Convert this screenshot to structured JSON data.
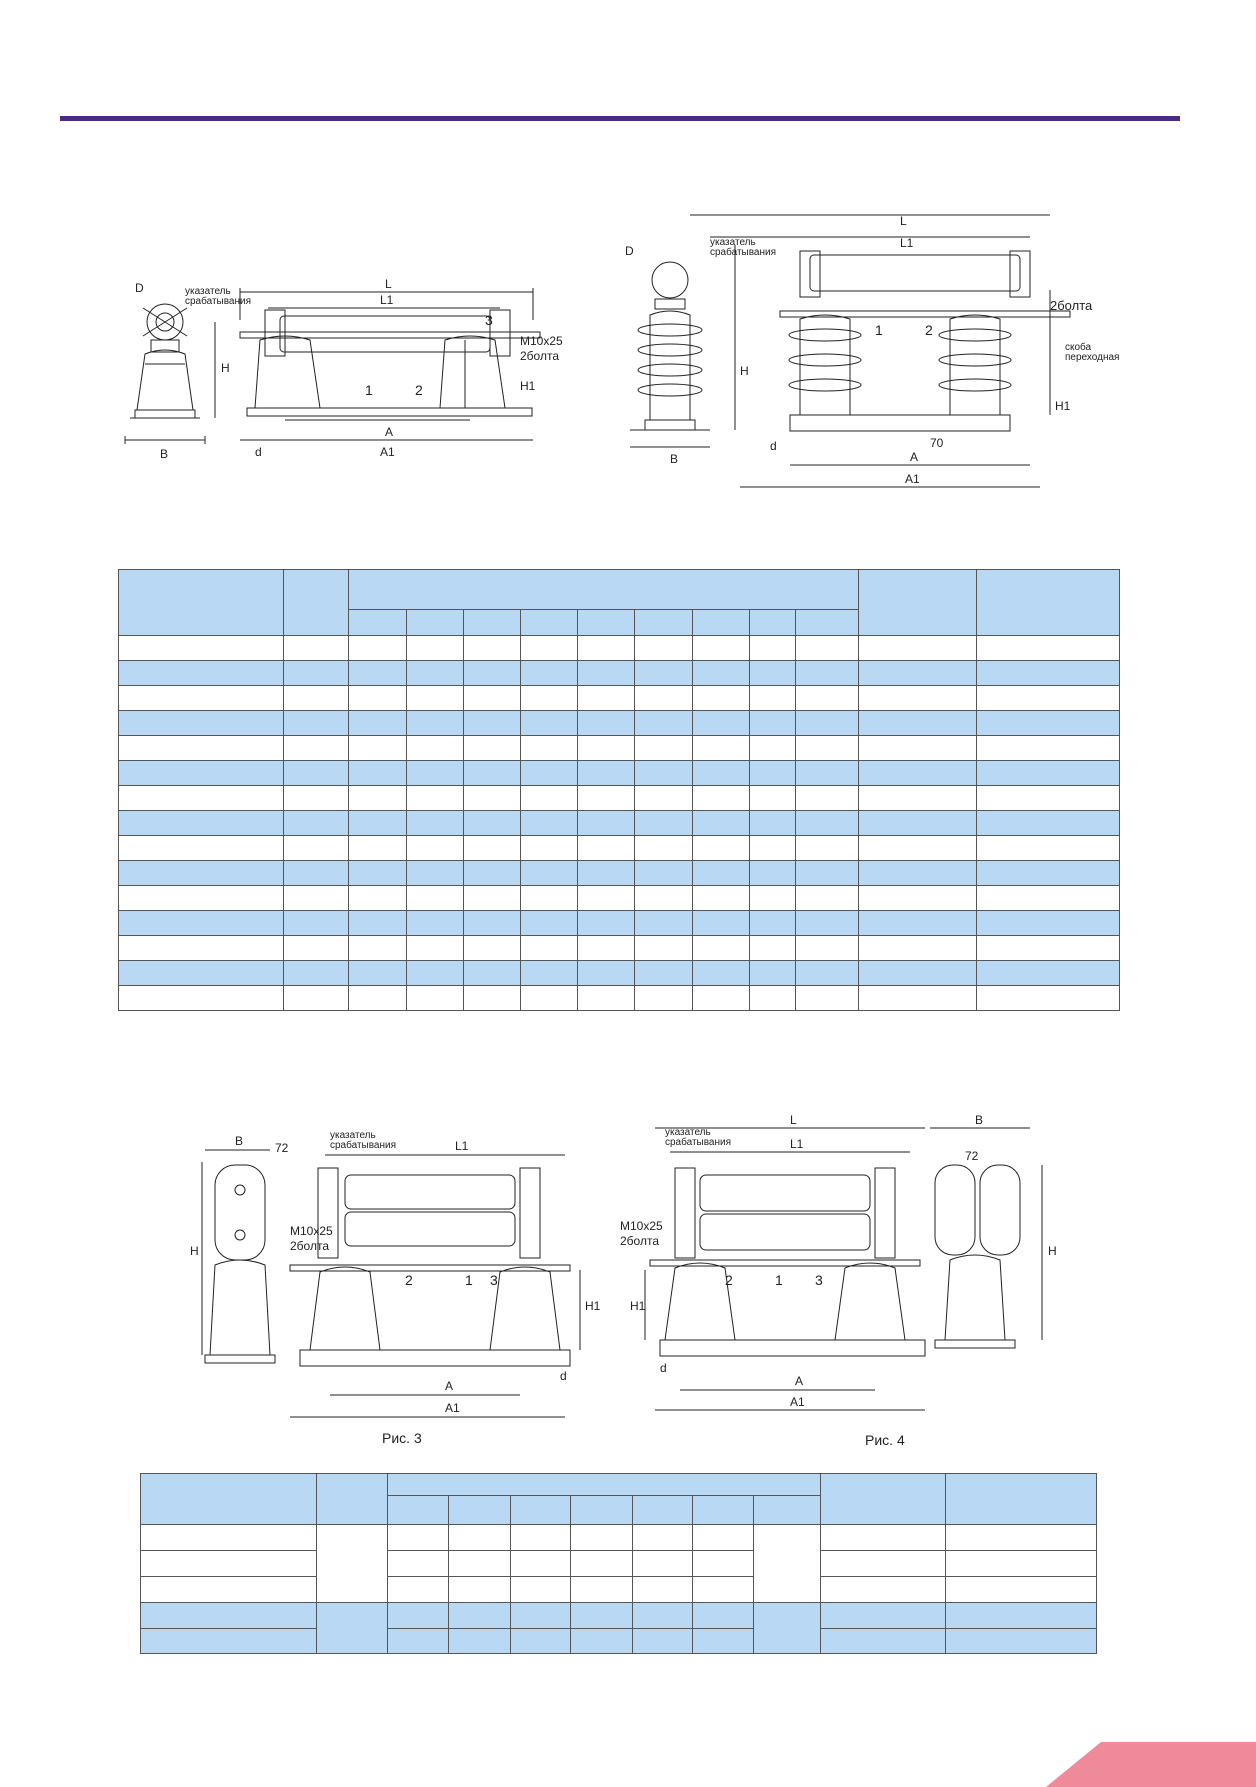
{
  "colors": {
    "rule": "#4b2a86",
    "table_header": "#b8d8f4",
    "table_band": "#b8d8f4",
    "corner": "#ee8a9a"
  },
  "fig1": {
    "labels": {
      "dia_D": "D",
      "indicator": "указатель\nсрабатывания",
      "L": "L",
      "L1": "L1",
      "n1": "1",
      "n2": "2",
      "n3": "3",
      "bolt": "M10x25",
      "bolt2": "2болта",
      "H": "H",
      "H1": "H1",
      "B": "B",
      "d": "d",
      "A": "A",
      "A1": "A1"
    }
  },
  "fig2": {
    "labels": {
      "dia_D": "D",
      "indicator": "указатель\nсрабатывания",
      "L": "L",
      "L1": "L1",
      "n1": "1",
      "n2": "2",
      "bolts": "2болта",
      "bracket": "скоба\nпереходная",
      "H": "H",
      "H1": "H1",
      "B": "B",
      "d": "d",
      "A": "A",
      "A1": "A1",
      "dim70": "70"
    }
  },
  "fig3": {
    "caption": "Рис. 3",
    "labels": {
      "B": "B",
      "dia72": "72",
      "indicator": "указатель\nсрабатывания",
      "L1": "L1",
      "bolt": "M10x25",
      "bolt2": "2болта",
      "H": "H",
      "H1": "H1",
      "n1": "1",
      "n2": "2",
      "n3": "3",
      "A": "A",
      "A1": "A1",
      "d": "d"
    }
  },
  "fig4": {
    "caption": "Рис. 4",
    "labels": {
      "L": "L",
      "L1": "L1",
      "indicator": "указатель\nсрабатывания",
      "bolt": "M10x25",
      "bolt2": "2болта",
      "H1": "H1",
      "n1": "1",
      "n2": "2",
      "n3": "3",
      "A": "A",
      "A1": "A1",
      "d": "d",
      "B": "B",
      "dia72": "72",
      "H": "H"
    }
  }
}
